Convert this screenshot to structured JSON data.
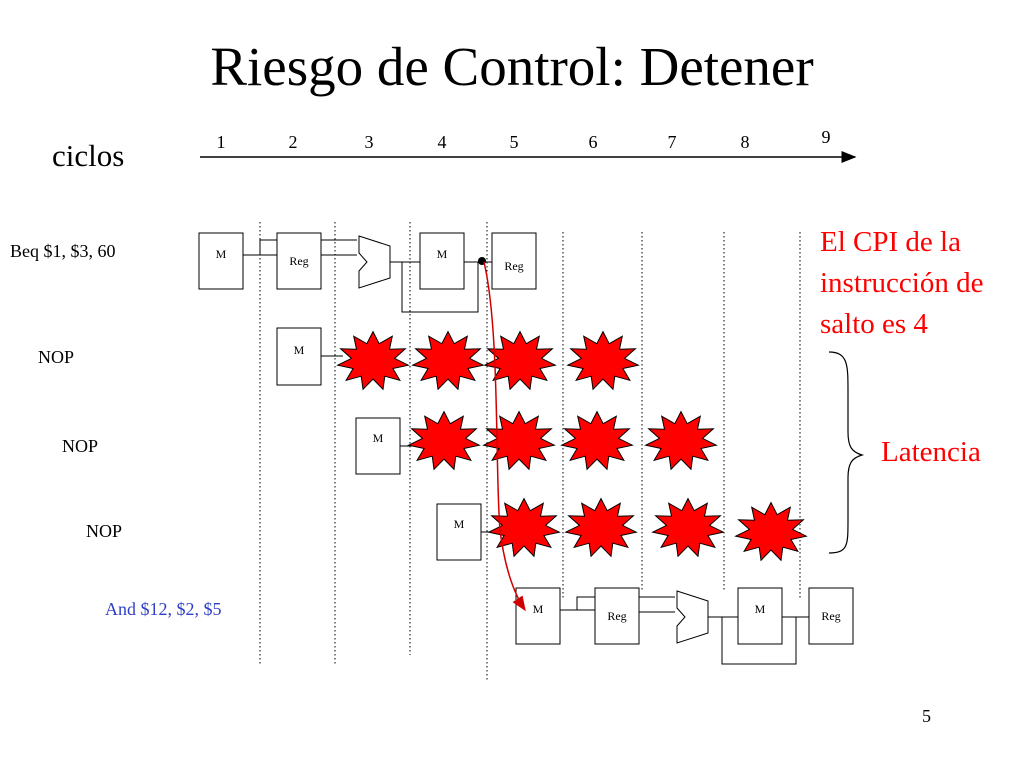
{
  "slide": {
    "title": "Riesgo de Control: Detener",
    "axis_label": "ciclos",
    "cycles": [
      "1",
      "2",
      "3",
      "4",
      "5",
      "6",
      "7",
      "8",
      "9"
    ],
    "stage_labels": {
      "mem": "M",
      "reg": "Reg"
    },
    "instructions": {
      "beq": "Beq $1, $3, 60",
      "nop1": "NOP",
      "nop2": "NOP",
      "nop3": "NOP",
      "and": "And $12, $2, $5"
    },
    "cpi_note": "El CPI de la instrucción de salto es 4",
    "latency_label": "Latencia",
    "page_number": "5"
  },
  "colors": {
    "text": "#000000",
    "accent_red": "#ff0000",
    "instruction_blue": "#2f3fc6",
    "bubble_fill": "#ff0000"
  }
}
